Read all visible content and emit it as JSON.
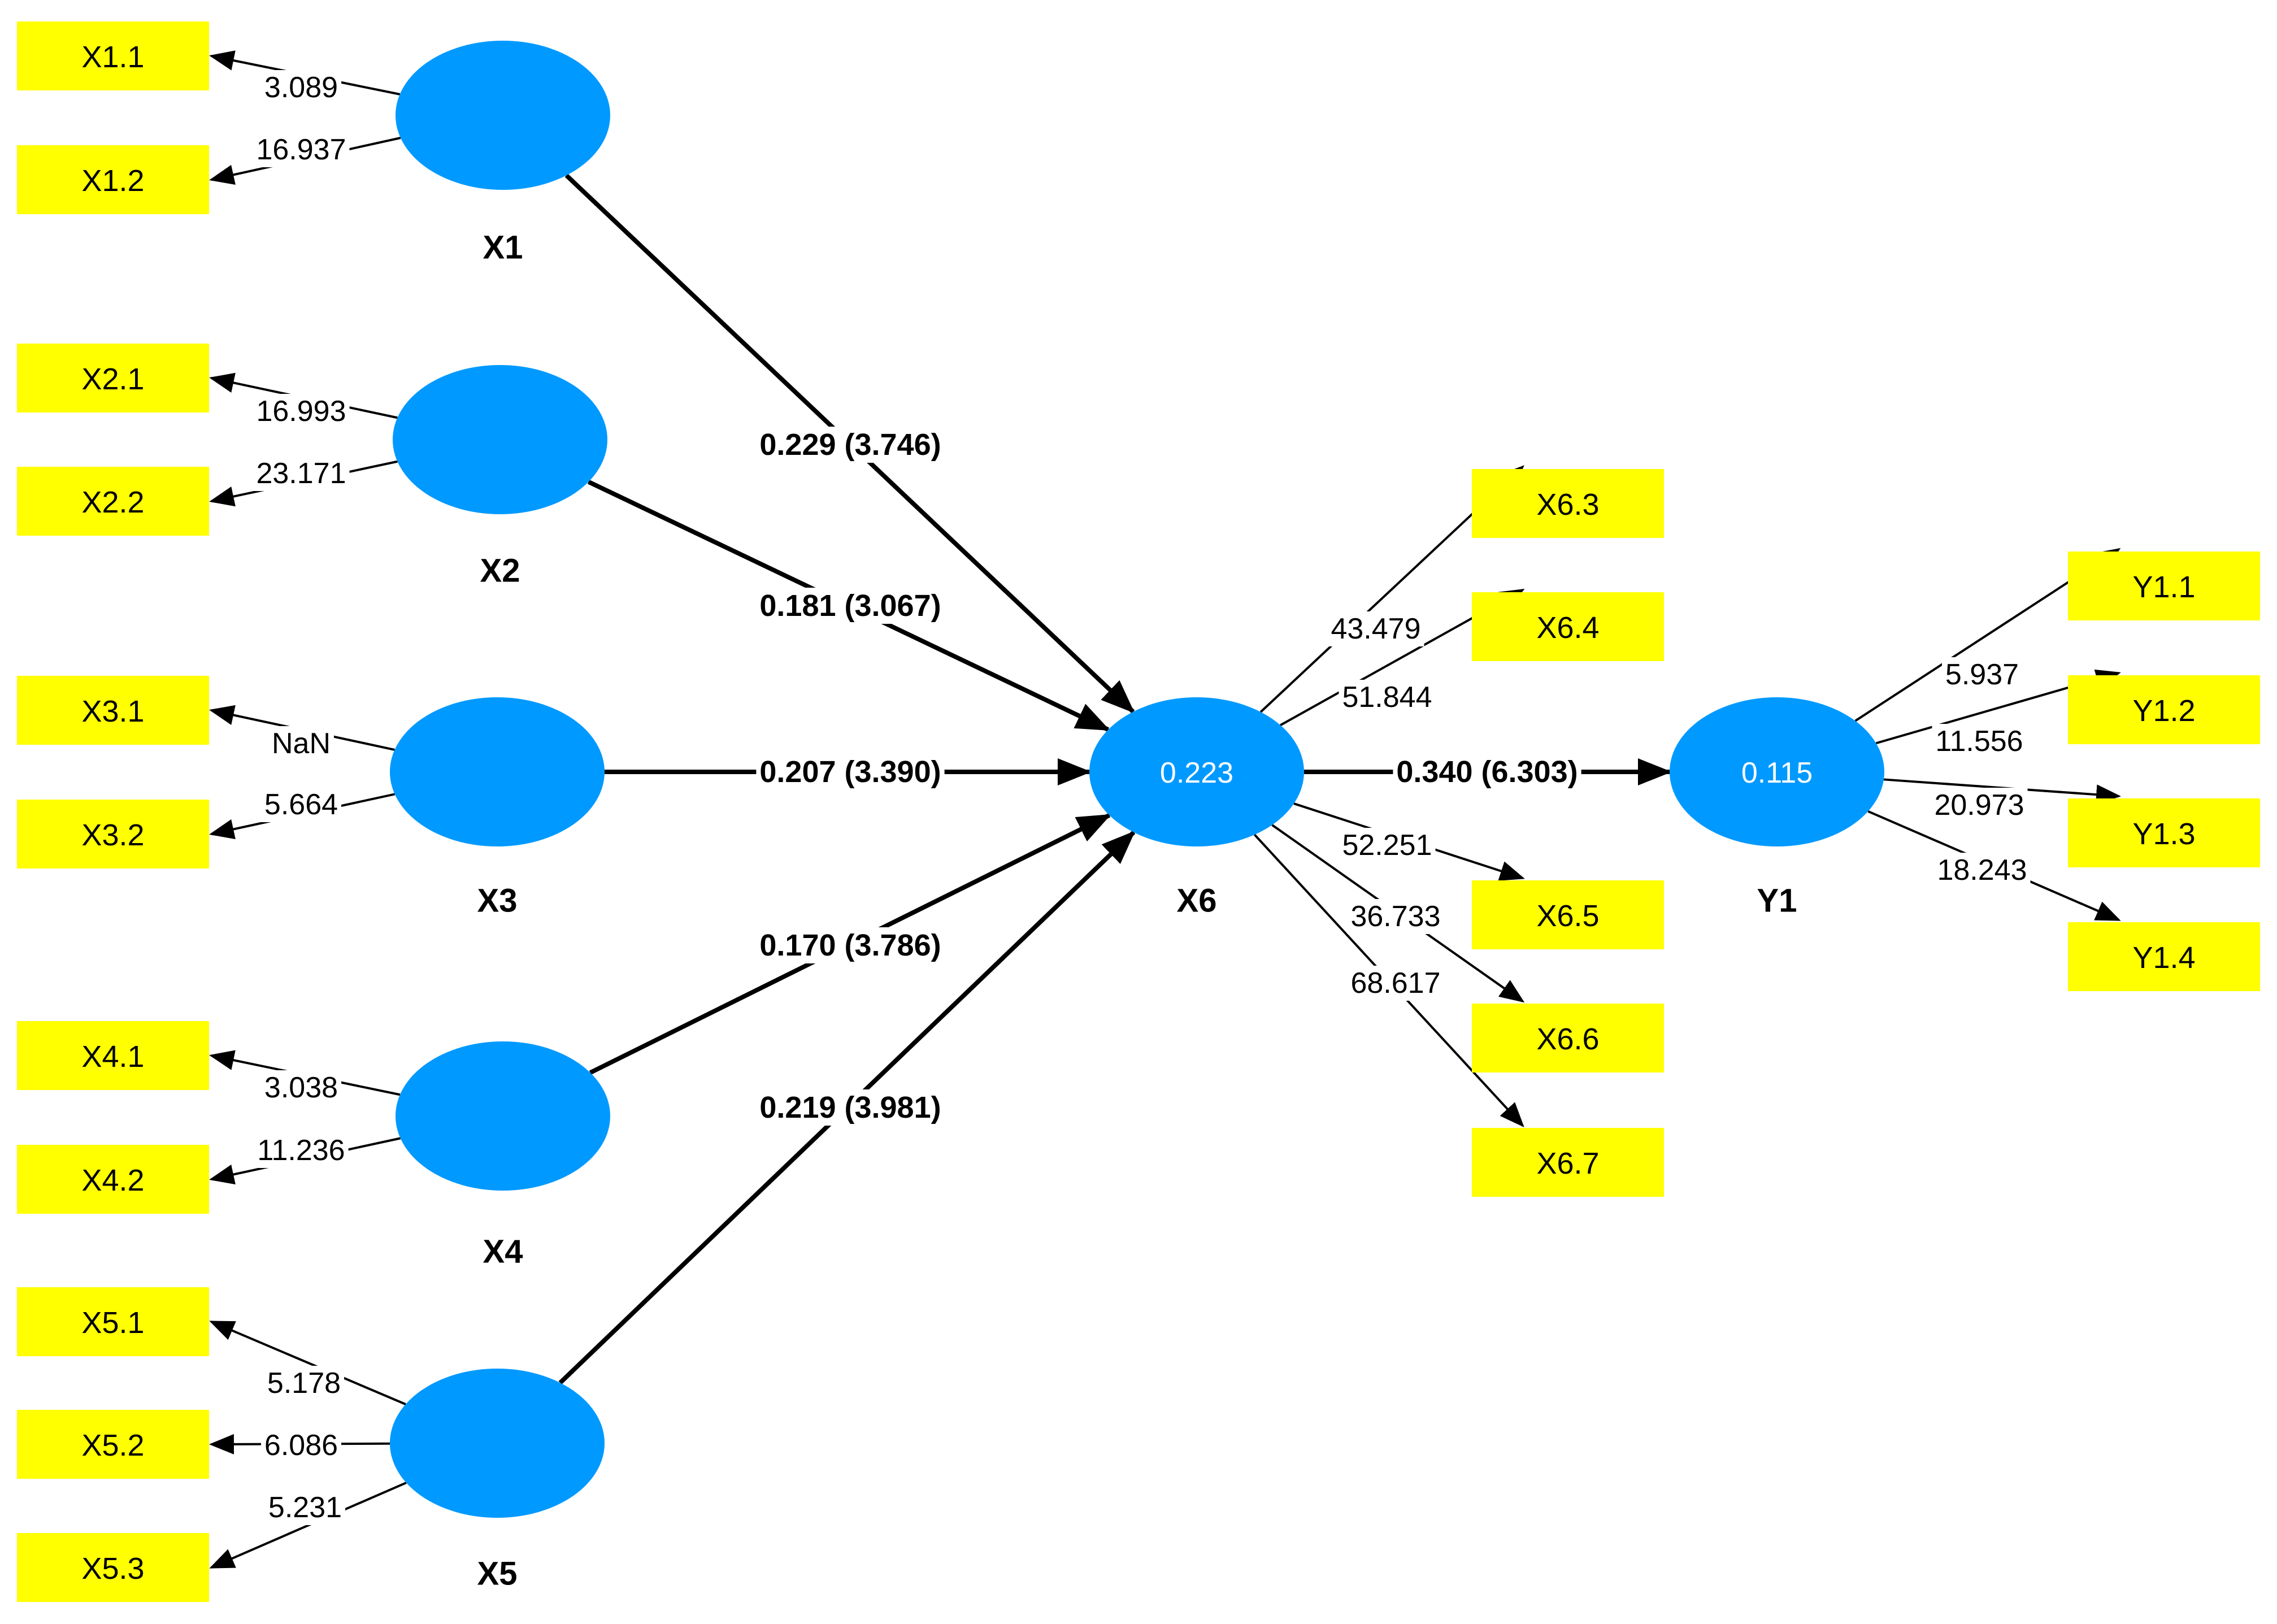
{
  "latent": [
    {
      "id": "X1",
      "name": "X1",
      "value": ""
    },
    {
      "id": "X2",
      "name": "X2",
      "value": ""
    },
    {
      "id": "X3",
      "name": "X3",
      "value": ""
    },
    {
      "id": "X4",
      "name": "X4",
      "value": ""
    },
    {
      "id": "X5",
      "name": "X5",
      "value": ""
    },
    {
      "id": "X6",
      "name": "X6",
      "value": "0.223"
    },
    {
      "id": "Y1",
      "name": "Y1",
      "value": "0.115"
    }
  ],
  "indicators": [
    {
      "id": "X1.1",
      "label": "X1.1",
      "latent": "X1",
      "loading": "3.089"
    },
    {
      "id": "X1.2",
      "label": "X1.2",
      "latent": "X1",
      "loading": "16.937"
    },
    {
      "id": "X2.1",
      "label": "X2.1",
      "latent": "X2",
      "loading": "16.993"
    },
    {
      "id": "X2.2",
      "label": "X2.2",
      "latent": "X2",
      "loading": "23.171"
    },
    {
      "id": "X3.1",
      "label": "X3.1",
      "latent": "X3",
      "loading": "NaN"
    },
    {
      "id": "X3.2",
      "label": "X3.2",
      "latent": "X3",
      "loading": "5.664"
    },
    {
      "id": "X4.1",
      "label": "X4.1",
      "latent": "X4",
      "loading": "3.038"
    },
    {
      "id": "X4.2",
      "label": "X4.2",
      "latent": "X4",
      "loading": "11.236"
    },
    {
      "id": "X5.1",
      "label": "X5.1",
      "latent": "X5",
      "loading": "5.178"
    },
    {
      "id": "X5.2",
      "label": "X5.2",
      "latent": "X5",
      "loading": "6.086"
    },
    {
      "id": "X5.3",
      "label": "X5.3",
      "latent": "X5",
      "loading": "5.231"
    },
    {
      "id": "X6.3",
      "label": "X6.3",
      "latent": "X6",
      "loading": "43.479"
    },
    {
      "id": "X6.4",
      "label": "X6.4",
      "latent": "X6",
      "loading": "51.844"
    },
    {
      "id": "X6.5",
      "label": "X6.5",
      "latent": "X6",
      "loading": "52.251"
    },
    {
      "id": "X6.6",
      "label": "X6.6",
      "latent": "X6",
      "loading": "36.733"
    },
    {
      "id": "X6.7",
      "label": "X6.7",
      "latent": "X6",
      "loading": "68.617"
    },
    {
      "id": "Y1.1",
      "label": "Y1.1",
      "latent": "Y1",
      "loading": "5.937"
    },
    {
      "id": "Y1.2",
      "label": "Y1.2",
      "latent": "Y1",
      "loading": "11.556"
    },
    {
      "id": "Y1.3",
      "label": "Y1.3",
      "latent": "Y1",
      "loading": "20.973"
    },
    {
      "id": "Y1.4",
      "label": "Y1.4",
      "latent": "Y1",
      "loading": "18.243"
    }
  ],
  "paths": [
    {
      "from": "X1",
      "to": "X6",
      "label": "0.229 (3.746)"
    },
    {
      "from": "X2",
      "to": "X6",
      "label": "0.181 (3.067)"
    },
    {
      "from": "X3",
      "to": "X6",
      "label": "0.207 (3.390)"
    },
    {
      "from": "X4",
      "to": "X6",
      "label": "0.170 (3.786)"
    },
    {
      "from": "X5",
      "to": "X6",
      "label": "0.219 (3.981)"
    },
    {
      "from": "X6",
      "to": "Y1",
      "label": "0.340 (6.303)"
    }
  ],
  "colors": {
    "indicator_fill": "#ffff00",
    "latent_fill": "#0099ff",
    "line": "#000000"
  }
}
